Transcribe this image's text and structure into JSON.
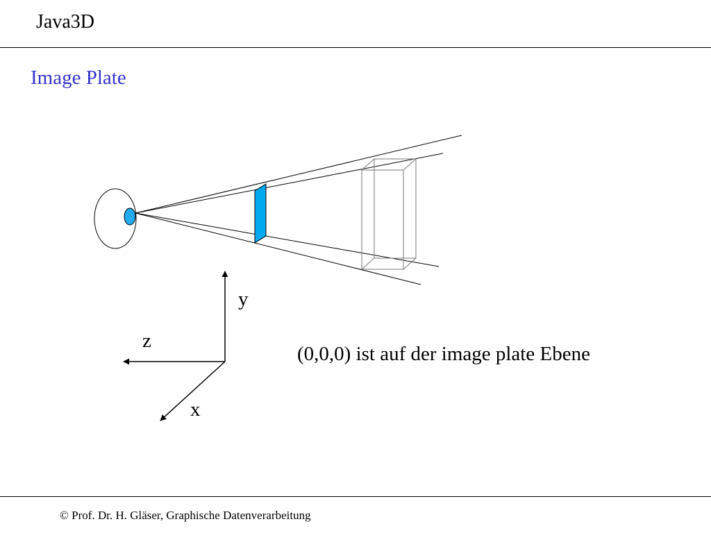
{
  "header": {
    "title": "Java3D"
  },
  "slide": {
    "title": "Image Plate",
    "caption": "(0,0,0) ist auf der image plate Ebene"
  },
  "axes": {
    "y_label": "y",
    "z_label": "z",
    "x_label": "x"
  },
  "footer": {
    "text": "© Prof. Dr. H. Gläser, Graphische Datenverarbeitung"
  },
  "colors": {
    "title": "#3333cc",
    "image_plate_fill": "#00aaee",
    "pupil_fill": "#22aaee",
    "box_stroke": "#777777"
  }
}
